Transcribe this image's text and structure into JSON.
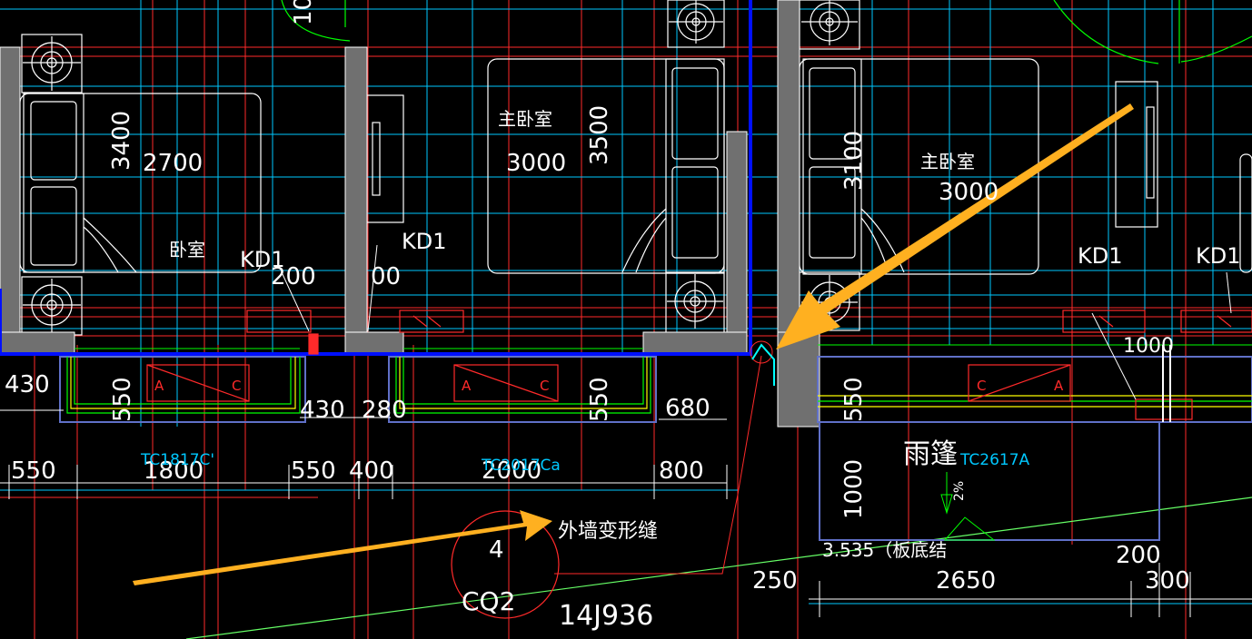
{
  "texts": {
    "room_bedroom": "卧室",
    "room_master_left": "主卧室",
    "room_master_right": "主卧室",
    "canopy": "雨篷",
    "joint_note": "外墙变形缝",
    "slab_note": "3.535（板底结",
    "detail_no": "4",
    "detail_ref": "CQ2",
    "atlas": "14J936",
    "slope": "2%",
    "partial_top": "10"
  },
  "dims": {
    "d3400": "3400",
    "d2700": "2700",
    "d3500": "3500",
    "d3000a": "3000",
    "d3100": "3100",
    "d3000b": "3000",
    "d200a": "200",
    "d00": "00",
    "d430a": "430",
    "d550a": "550",
    "d430b": "430",
    "d280": "280",
    "d550b": "550",
    "d680": "680",
    "d550c": "550",
    "d550d": "550",
    "d1800": "1800",
    "d550e": "550",
    "d400": "400",
    "d2000": "2000",
    "d800": "800",
    "d1000v": "1000",
    "d1000h": "1000",
    "d200b": "200",
    "d250": "250",
    "d2650": "2650",
    "d300": "300"
  },
  "tags": {
    "kd1_a": "KD1",
    "kd1_b": "KD1",
    "kd1_c": "KD1",
    "kd1_d": "KD1",
    "win_a": "TC1817C'",
    "win_b": "TC2017Ca",
    "win_c": "TC2617A",
    "ac_a1": "A",
    "ac_a2": "C",
    "ac_b1": "A",
    "ac_b2": "C",
    "ac_c1": "C",
    "ac_c2": "A"
  },
  "colors": {
    "background": "#000000",
    "line_white": "#ffffff",
    "line_red": "#ff2a2a",
    "line_cyan": "#00c8ff",
    "line_blue": "#0010ff",
    "line_yellow": "#ffff00",
    "line_green": "#00ff00",
    "line_lightgreen": "#66ff66",
    "wall_gray": "#707070",
    "arrow": "#ffb020",
    "slab_blue": "#6070c8"
  }
}
